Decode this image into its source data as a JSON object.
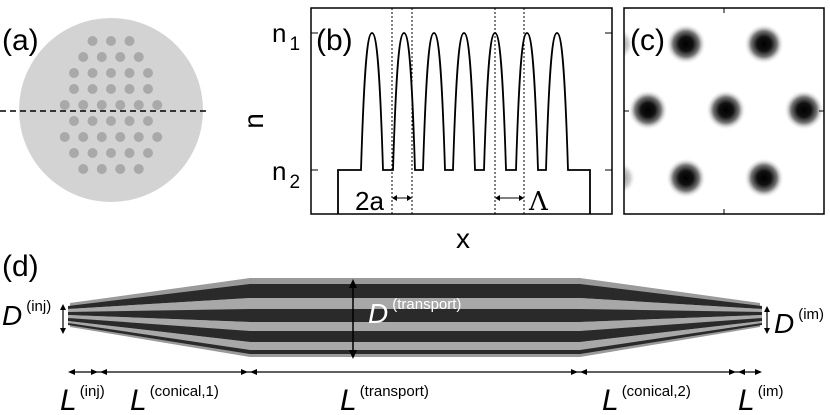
{
  "panels": {
    "a": {
      "label": "(a)"
    },
    "b": {
      "label": "(b)",
      "ylabel": "n",
      "xlabel": "x",
      "n1_base": "n",
      "n1_sub": "1",
      "n2_base": "n",
      "n2_sub": "2",
      "two_a": "2a",
      "lambda": "Λ"
    },
    "c": {
      "label": "(c)"
    },
    "d": {
      "label": "(d)",
      "D_inj": {
        "base": "D",
        "sup": "(inj)"
      },
      "D_transport": {
        "base": "D",
        "sup": "(transport)"
      },
      "D_im": {
        "base": "D",
        "sup": "(im)"
      },
      "L_inj": {
        "base": "L",
        "sup": "(inj)"
      },
      "L_conical1": {
        "base": "L",
        "sup": "(conical,1)"
      },
      "L_transport": {
        "base": "L",
        "sup": "(transport)"
      },
      "L_conical2": {
        "base": "L",
        "sup": "(conical,2)"
      },
      "L_im": {
        "base": "L",
        "sup": "(im)"
      }
    }
  },
  "colors": {
    "fiber_cladding": "#d3d3d3",
    "fiber_core": "#a9a9a9",
    "lantern_outer": "#9a9a9a",
    "lantern_dark": "#2a2a2a",
    "lantern_light": "#a8a8a8"
  }
}
